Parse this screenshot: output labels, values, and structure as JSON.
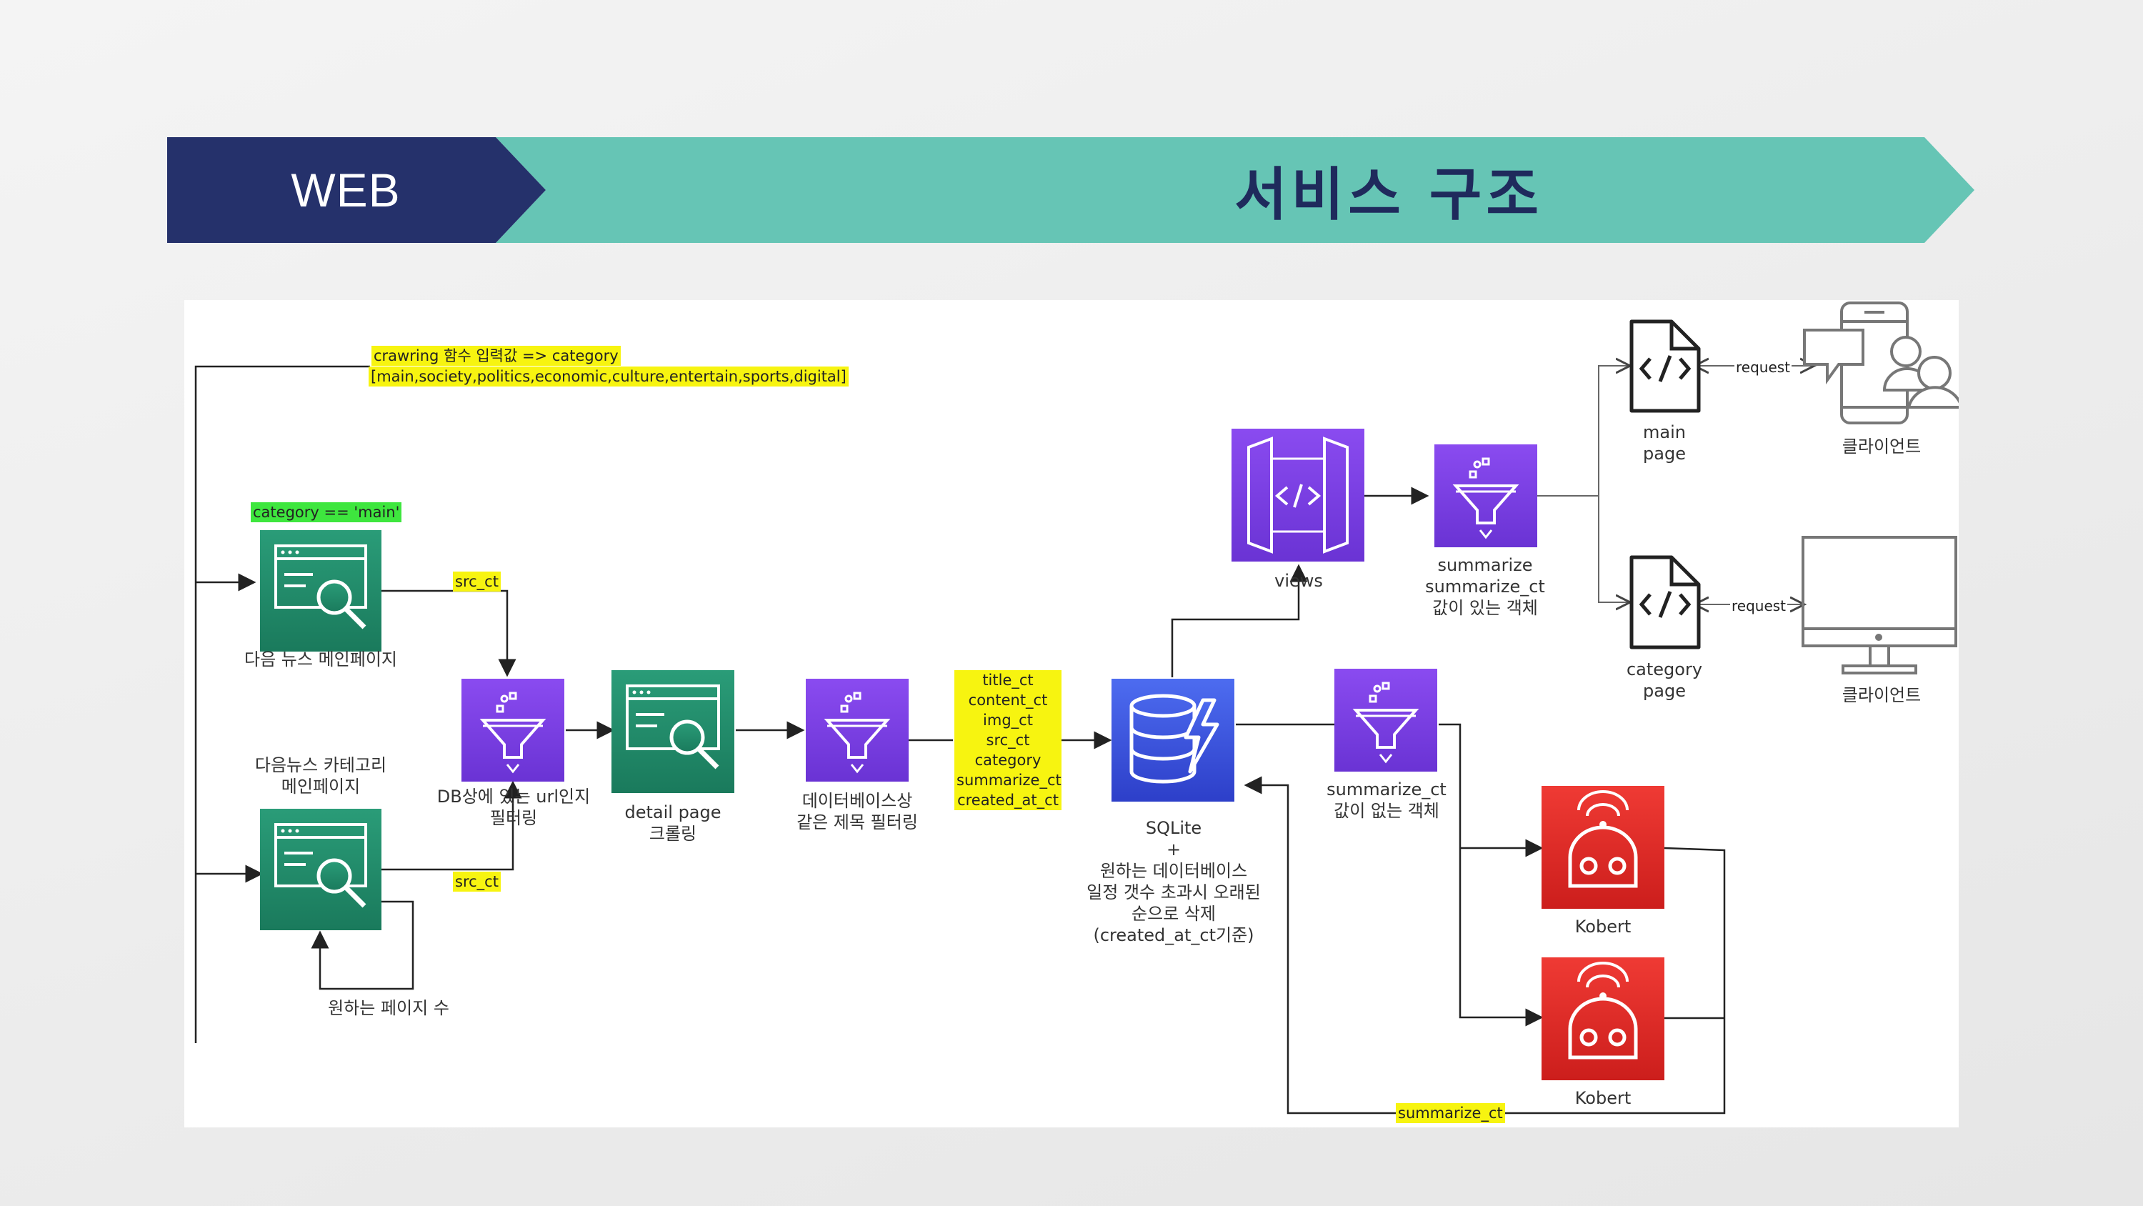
{
  "header": {
    "section": "WEB",
    "title": "서비스 구조",
    "colors": {
      "navy": "#25316b",
      "teal": "#66c5b5"
    }
  },
  "diagram": {
    "crawl_input_note_line1": "crawring 함수 입력값 => category",
    "crawl_input_note_line2": "[main,society,politics,economic,culture,entertain,sports,digital]",
    "category_main_tag": "category == 'main'",
    "main_page_label": "다음 뉴스 메인페이지",
    "category_page_label": "다음뉴스 카테고리\n메인페이지",
    "desired_pages_label": "원하는 페이지 수",
    "src_ct_top": "src_ct",
    "src_ct_bottom": "src_ct",
    "url_filter_label": "DB상에 있는 url인지\n필터링",
    "detail_crawl_label": "detail page\n크롤링",
    "title_filter_label": "데이터베이스상\n같은 제목 필터링",
    "fields": "title_ct\ncontent_ct\nimg_ct\nsrc_ct\ncategory\nsummarize_ct\ncreated_at_ct",
    "sqlite_label": "SQLite\n+\n원하는 데이터베이스\n일정 갯수 초과시 오래된\n순으로 삭제\n(created_at_ct기준)",
    "views_label": "views",
    "summarize_filter_label": "summarize\nsummarize_ct\n값이 있는 객체",
    "no_summary_filter_label": "summarize_ct\n값이 없는 객체",
    "kobert_1": "Kobert",
    "kobert_2": "Kobert",
    "summarize_ct_return": "summarize_ct",
    "main_page_doc": "main\npage",
    "category_page_doc": "category\npage",
    "request_1": "request",
    "request_2": "request",
    "client_1": "클라이언트",
    "client_2": "클라이언트",
    "colors": {
      "purple": "#7b3fe4",
      "green": "#1f8a6a",
      "blue": "#3d5be0",
      "red": "#e02a26",
      "highlight_yellow": "#f7f410",
      "highlight_green": "#3ee63e"
    }
  }
}
